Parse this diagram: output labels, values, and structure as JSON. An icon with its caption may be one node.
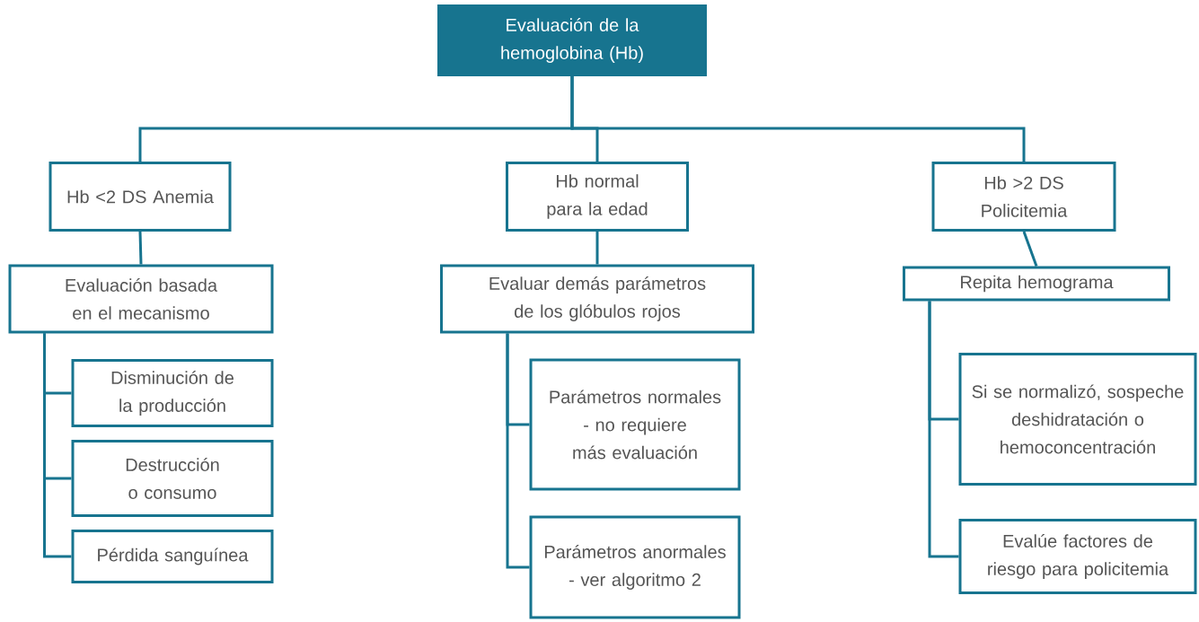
{
  "diagram": {
    "nodes": [
      {
        "text": [
          "Evaluación de la hemoglobina (Hb)"
        ]
      },
      {
        "text": [
          "Hb <2 DS Anemia"
        ]
      },
      {
        "text": [
          "Hb normal para la edad"
        ]
      },
      {
        "text": [
          "Hb >2 DS Policitemia"
        ]
      },
      {
        "text": [
          "Evaluación basada en el mecanismo"
        ]
      },
      {
        "text": [
          "Evaluar demás parámetros de los glóbulos rojos"
        ]
      },
      {
        "text": [
          "Repita hemograma"
        ]
      },
      {
        "text": [
          "Disminución de la producción"
        ]
      },
      {
        "text": [
          "Destrucción o consumo"
        ]
      },
      {
        "text": [
          "Pérdida sanguínea"
        ]
      },
      {
        "text": [
          "Parámetros normales - no requiere más evaluación"
        ]
      },
      {
        "text": [
          "Parámetros anormales - ver algoritmo 2"
        ]
      },
      {
        "text": [
          "Si se normalizó, sospeche deshidratación o hemoconcentración"
        ]
      },
      {
        "text": [
          "Evalúe factores de riesgo para policitemia"
        ]
      }
    ],
    "edges": [
      {
        "from": 0,
        "to": 1,
        "arrow": "none"
      },
      {
        "from": 0,
        "to": 2,
        "arrow": "none"
      },
      {
        "from": 0,
        "to": 3,
        "arrow": "none"
      },
      {
        "from": 1,
        "to": 4,
        "arrow": "none"
      },
      {
        "from": 2,
        "to": 5,
        "arrow": "none"
      },
      {
        "from": 3,
        "to": 6,
        "arrow": "none"
      },
      {
        "from": 4,
        "to": 7,
        "arrow": "none"
      },
      {
        "from": 4,
        "to": 8,
        "arrow": "none"
      },
      {
        "from": 4,
        "to": 9,
        "arrow": "none"
      },
      {
        "from": 5,
        "to": 10,
        "arrow": "none"
      },
      {
        "from": 5,
        "to": 11,
        "arrow": "none"
      },
      {
        "from": 6,
        "to": 12,
        "arrow": "none"
      },
      {
        "from": 6,
        "to": 13,
        "arrow": "none"
      }
    ]
  }
}
